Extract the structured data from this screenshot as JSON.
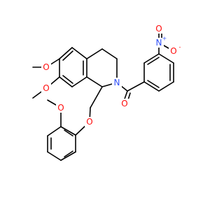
{
  "molecule": {
    "colors": {
      "bond": "#000000",
      "oxygen": "#ff0d0d",
      "nitrogen": "#3050f8",
      "background": "#ffffff"
    },
    "atom_labels": {
      "o_methoxy_6": "O",
      "o_methoxy_7": "O",
      "n_ring": "N",
      "o_carbonyl": "O",
      "o_ether": "O",
      "o_methoxy_phenyl": "O",
      "n_nitro": "N",
      "n_nitro_charge": "+",
      "o_nitro_top": "O",
      "o_nitro_right": "O",
      "o_nitro_right_charge": "-"
    }
  }
}
